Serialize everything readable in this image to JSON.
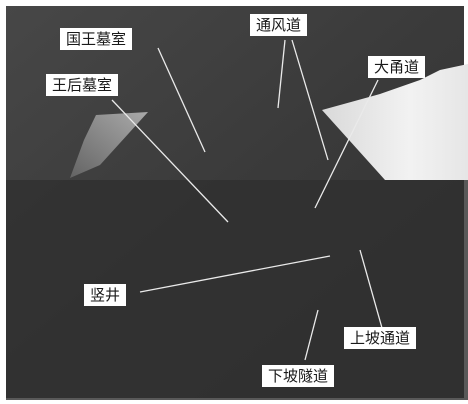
{
  "labels": {
    "king_chamber": "国王墓室",
    "queen_chamber": "王后墓室",
    "air_shafts": "通风道",
    "grand_gallery": "大甬道",
    "well_shaft": "竖井",
    "ascending_passage": "上坡通道",
    "descending_passage": "下坡隧道"
  },
  "colors": {
    "background": "#3a3a3a",
    "foreground_dark": "#2f2f2f",
    "highlight": "#ececec",
    "leader_line": "#eaeaea",
    "label_bg": "#ffffff",
    "label_text": "#1a1a1a"
  }
}
